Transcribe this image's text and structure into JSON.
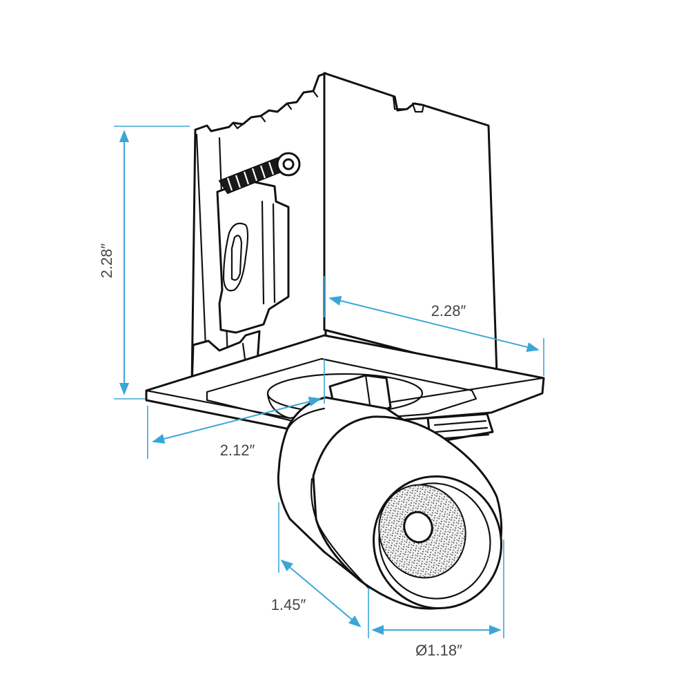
{
  "dimensions": {
    "height": "2.28″",
    "depth": "2.28″",
    "width": "2.12″",
    "lens_length": "1.45″",
    "lens_diameter": "Ø1.18″"
  },
  "colors": {
    "dimension_line": "#3aa6d8",
    "dimension_text": "#444444",
    "line_art": "#111111"
  }
}
